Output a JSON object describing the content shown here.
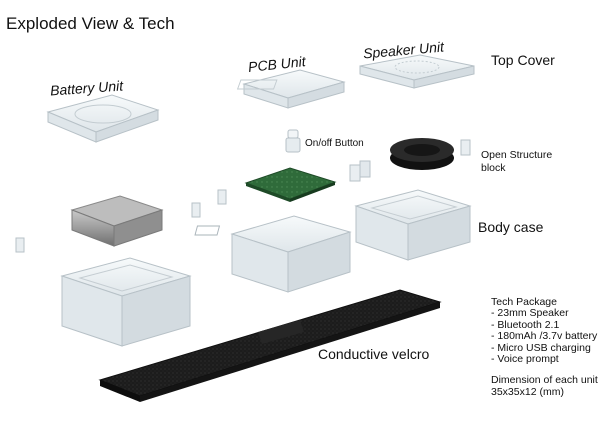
{
  "title": "Exploded View & Tech",
  "labels": {
    "battery_unit": "Battery Unit",
    "pcb_unit": "PCB Unit",
    "speaker_unit": "Speaker Unit",
    "top_cover": "Top Cover",
    "onoff_button": "On/off Button",
    "open_structure_line1": "Open Structure",
    "open_structure_line2": "block",
    "body_case": "Body case",
    "conductive_velcro": "Conductive velcro"
  },
  "tech": {
    "heading": "Tech Package",
    "items": [
      "- 23mm Speaker",
      "- Bluetooth 2.1",
      "- 180mAh /3.7v battery",
      "- Micro USB charging",
      "- Voice prompt"
    ],
    "dimension_label": "Dimension of each unit",
    "dimension_value": "35x35x12 (mm)"
  },
  "colors": {
    "pcb_green": "#2f6b3a",
    "velcro_black": "#1c1c1c",
    "battery_grey": "#9a9a9a",
    "clear_plastic": "#e9eef1"
  }
}
